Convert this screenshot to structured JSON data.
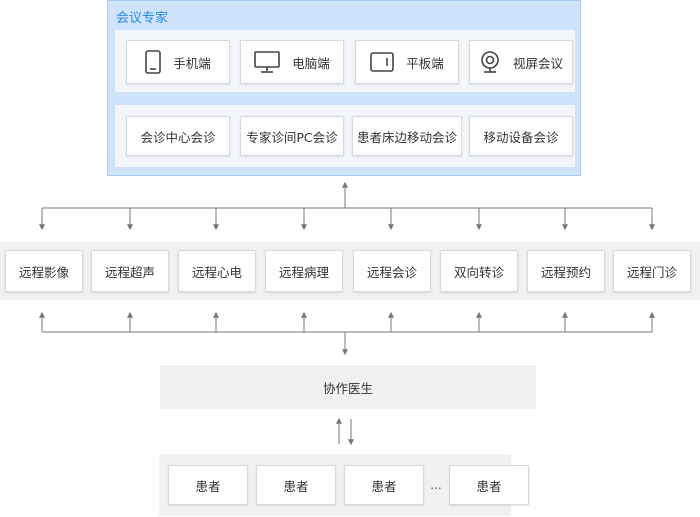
{
  "expert_panel": {
    "title": "会议专家",
    "devices": [
      {
        "label": "手机端",
        "icon": "phone-icon"
      },
      {
        "label": "电脑端",
        "icon": "monitor-icon"
      },
      {
        "label": "平板端",
        "icon": "tablet-icon"
      },
      {
        "label": "视屏会议",
        "icon": "webcam-icon"
      }
    ],
    "consult_modes": [
      "会诊中心会诊",
      "专家诊间PC会诊",
      "患者床边移动会诊",
      "移动设备会诊"
    ]
  },
  "services": [
    "远程影像",
    "远程超声",
    "远程心电",
    "远程病理",
    "远程会诊",
    "双向转诊",
    "远程预约",
    "远程门诊"
  ],
  "collaborator": "协作医生",
  "patients": [
    "患者",
    "患者",
    "患者",
    "患者"
  ],
  "ellipsis": "...",
  "colors": {
    "accent": "#2a8ae8",
    "panel": "#cfe3fb",
    "band": "#f1f1f1",
    "line": "#777777"
  }
}
